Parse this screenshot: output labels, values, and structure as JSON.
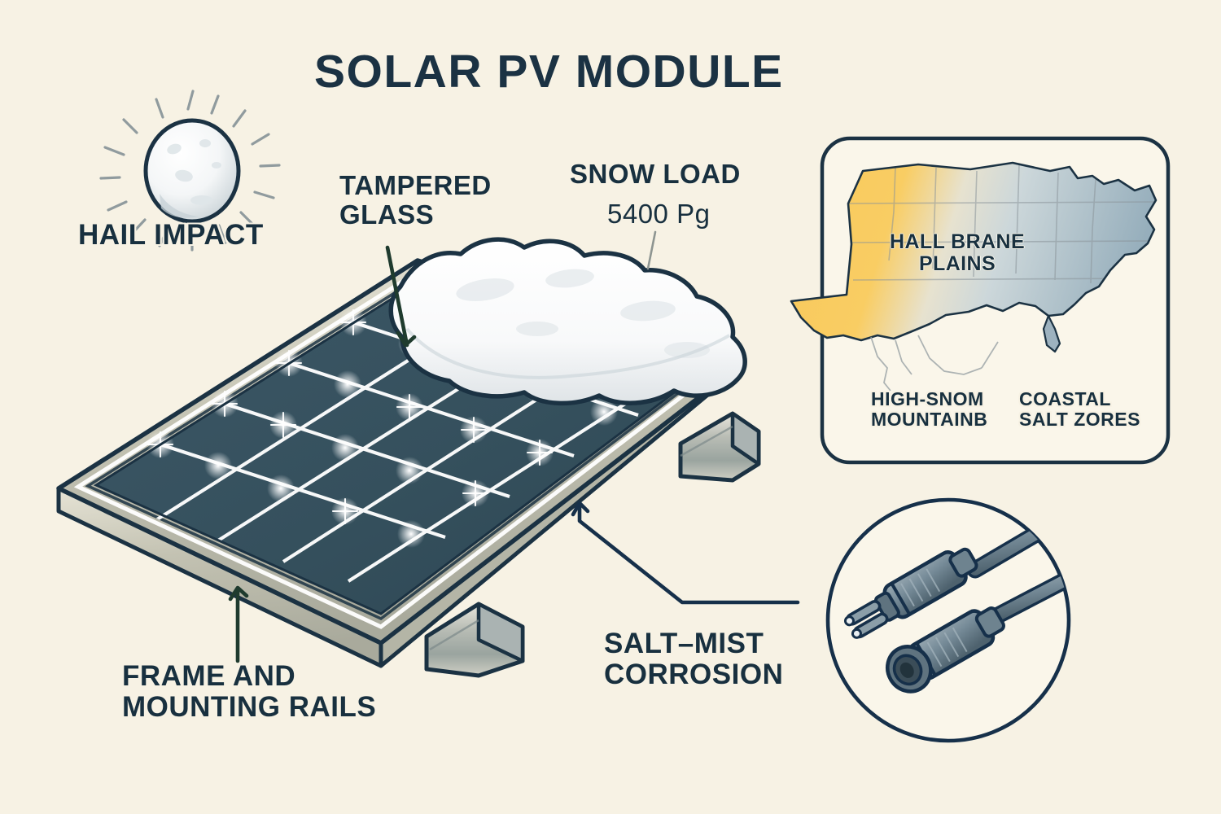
{
  "page": {
    "title": "SOLAR PV MODULE",
    "background_color": "#f7f2e4",
    "ink_color": "#18303f"
  },
  "callouts": {
    "hail": {
      "label": "HAIL IMPACT",
      "icon": "hailstone-icon"
    },
    "tempered_glass": {
      "label": "TAMPERED\nGLASS"
    },
    "snow_load": {
      "label": "SNOW LOAD",
      "value": "5400 Pg"
    },
    "frame": {
      "label": "FRAME AND\nMOUNTING RAILS"
    },
    "salt_mist": {
      "label": "SALT–MIST\nCORROSION"
    }
  },
  "map_panel": {
    "zone_label": "HALL BRANE\nPLAINS",
    "legend_left": "HIGH-SNOM\nMOUNTAINB",
    "legend_right": "COASTAL\nSALT ZORES",
    "colors": {
      "west_fill": "#f8c85a",
      "east_fill": "#8fa9b8",
      "outline": "#1b3243",
      "card_bg": "#faf6ea"
    }
  },
  "connector_inset": {
    "icon": "pv-connector-pair-icon",
    "colors": {
      "body": "#7c909c",
      "outline": "#162b3a"
    }
  },
  "module": {
    "cell_color": "#36505c",
    "grid_line_color": "#ffffff",
    "frame_color": "#c9c6b4",
    "outline_color": "#1b3243",
    "snow_color": "#ffffff",
    "cell_rows": 5,
    "cell_cols": 4
  }
}
